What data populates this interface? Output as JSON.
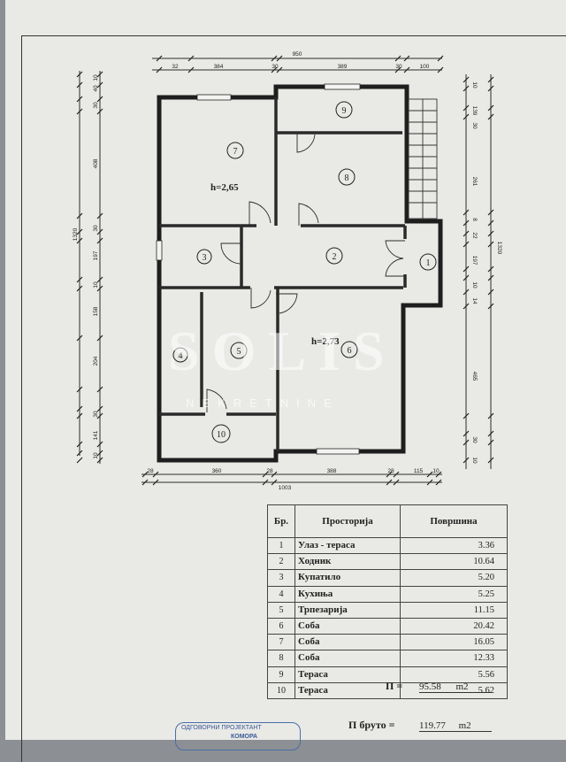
{
  "plan": {
    "rooms": [
      {
        "num": "1"
      },
      {
        "num": "2"
      },
      {
        "num": "3"
      },
      {
        "num": "4"
      },
      {
        "num": "5"
      },
      {
        "num": "6"
      },
      {
        "num": "7"
      },
      {
        "num": "8"
      },
      {
        "num": "9"
      },
      {
        "num": "10"
      }
    ],
    "heights": {
      "left": "h=2,65",
      "right": "h=2,73"
    },
    "dims_top": {
      "total": "950",
      "segs": [
        "32",
        "384",
        "30",
        "389",
        "30",
        "100"
      ]
    },
    "dims_bottom": {
      "total": "1003",
      "segs": [
        "28",
        "360",
        "28",
        "388",
        "28",
        "115",
        "10"
      ]
    },
    "dims_left": {
      "total": "1320",
      "segs": [
        "10",
        "40",
        "30",
        "408",
        "30",
        "197",
        "10",
        "158",
        "204",
        "30",
        "141",
        "10"
      ]
    },
    "dims_right": {
      "total": "1320",
      "segs": [
        "10",
        "139",
        "30",
        "261",
        "8",
        "22",
        "197",
        "10",
        "14",
        "465",
        "30",
        "10"
      ]
    }
  },
  "watermark": {
    "main": "SOLIS",
    "sub": "NEKRETNINE"
  },
  "table": {
    "headers": {
      "no": "Бр.",
      "room": "Просторија",
      "area": "Површина"
    },
    "rows": [
      {
        "no": "1",
        "room": "Улаз - тераса",
        "area": "3.36"
      },
      {
        "no": "2",
        "room": "Ходник",
        "area": "10.64"
      },
      {
        "no": "3",
        "room": "Купатило",
        "area": "5.20"
      },
      {
        "no": "4",
        "room": "Кухиња",
        "area": "5.25"
      },
      {
        "no": "5",
        "room": "Трпезарија",
        "area": "11.15"
      },
      {
        "no": "6",
        "room": "Соба",
        "area": "20.42"
      },
      {
        "no": "7",
        "room": "Соба",
        "area": "16.05"
      },
      {
        "no": "8",
        "room": "Соба",
        "area": "12.33"
      },
      {
        "no": "9",
        "room": "Тераса",
        "area": "5.56"
      },
      {
        "no": "10",
        "room": "Тераса",
        "area": "5.62"
      }
    ],
    "net_label": "П =",
    "net_value": "95.58",
    "net_unit": "m2",
    "gross_label": "П бруто =",
    "gross_value": "119.77",
    "gross_unit": "m2"
  },
  "stamp": {
    "line1": "ОДГОВОРНИ ПРОЈЕКТАНТ",
    "line2": "КОМОРА"
  }
}
